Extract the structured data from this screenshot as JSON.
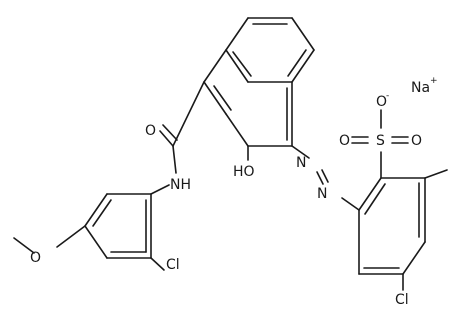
{
  "molecule": {
    "atoms": {
      "sodium": "Na",
      "sodium_charge": "+",
      "sulfonate_oxygen_top": "O",
      "sulfonate_oxygen_charge": "-",
      "sulfonate_oxygen_left": "O",
      "sulfur": "S",
      "sulfonate_oxygen_right": "O",
      "amide_oxygen": "O",
      "amide_nh": "NH",
      "hydroxyl": "HO",
      "azo_n1": "N",
      "azo_n2": "N",
      "chlorine_aryl": "Cl",
      "chlorine_ring": "Cl",
      "methoxy_oxygen": "O"
    }
  }
}
